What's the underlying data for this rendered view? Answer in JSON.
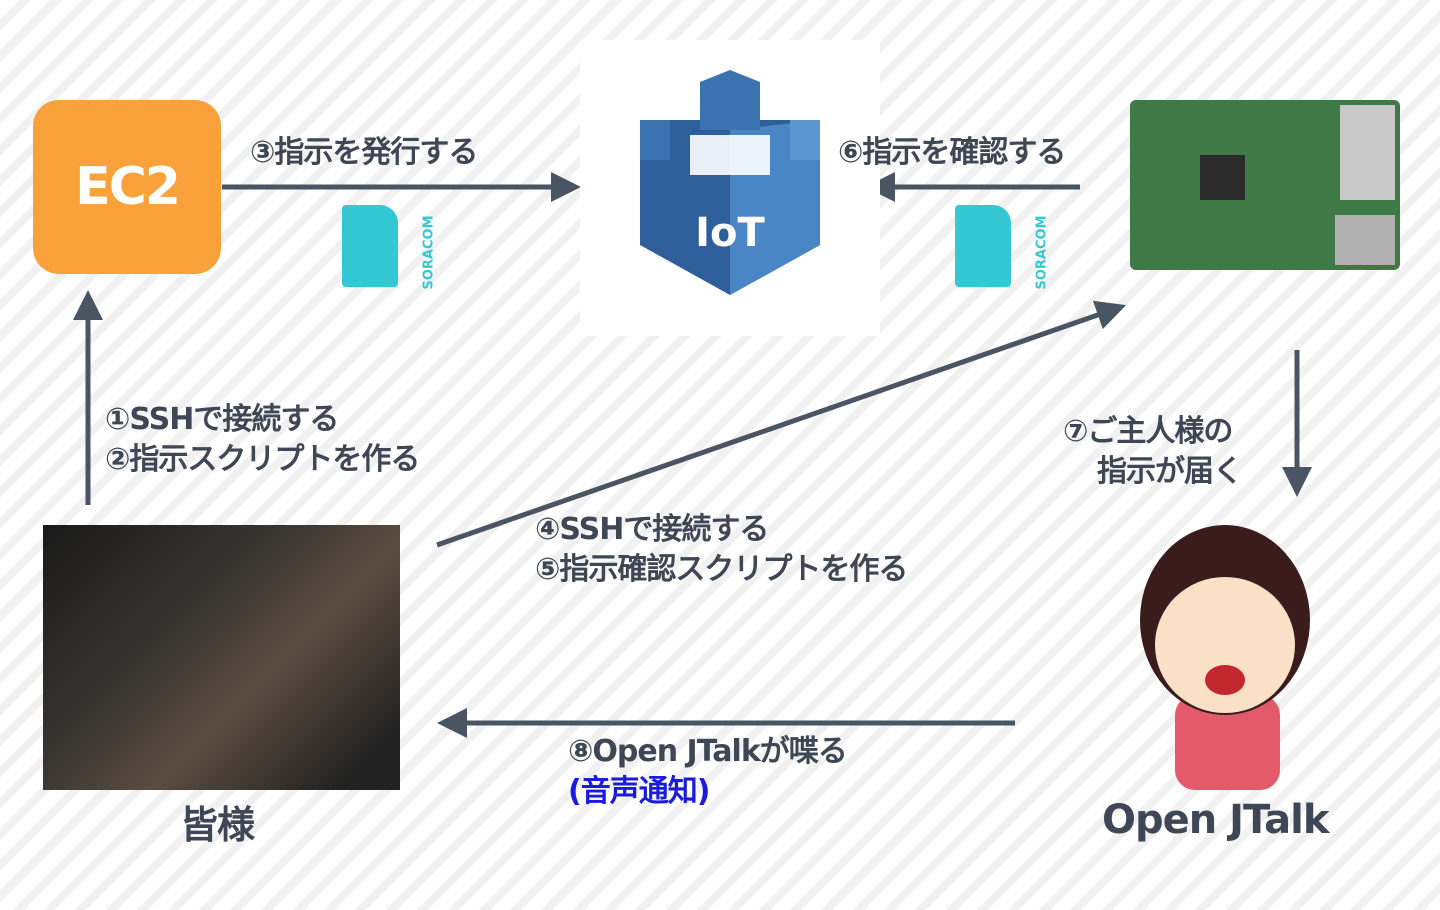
{
  "nodes": {
    "ec2": "EC2",
    "iot": "IoT",
    "minasama": "皆様",
    "openjtalk": "Open JTalk",
    "soracom": "SORACOM"
  },
  "steps": {
    "s1": "①SSHで接続する",
    "s2": "②指示スクリプトを作る",
    "s3": "③指示を発行する",
    "s4": "④SSHで接続する",
    "s5": "⑤指示確認スクリプトを作る",
    "s6": "⑥指示を確認する",
    "s7a": "⑦ご主人様の",
    "s7b": "指示が届く",
    "s8": "⑧Open JTalkが喋る",
    "s8b": "(音声通知)"
  },
  "colors": {
    "ec2": "#f9a13a",
    "iot": "#2e5f9b",
    "soracom": "#33c8d3",
    "arrow": "#4a5563",
    "text": "#3e4756",
    "accent": "#1b1be0"
  }
}
